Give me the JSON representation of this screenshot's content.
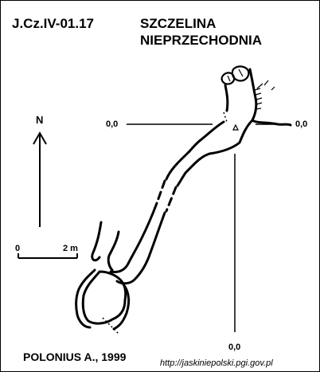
{
  "title": {
    "code": "J.Cz.IV-01.17",
    "name_line1": "SZCZELINA",
    "name_line2": "NIEPRZECHODNIA"
  },
  "reference": {
    "left_label": "0,0",
    "right_label": "0,0",
    "bottom_label": "0,0"
  },
  "north": {
    "label": "N"
  },
  "scale_bar": {
    "start_label": "0",
    "end_label": "2 m"
  },
  "author": "POLONIUS A., 1999",
  "url": "http://jaskiniepolski.pgi.gov.pl",
  "colors": {
    "ink": "#000000",
    "background": "#ffffff"
  }
}
